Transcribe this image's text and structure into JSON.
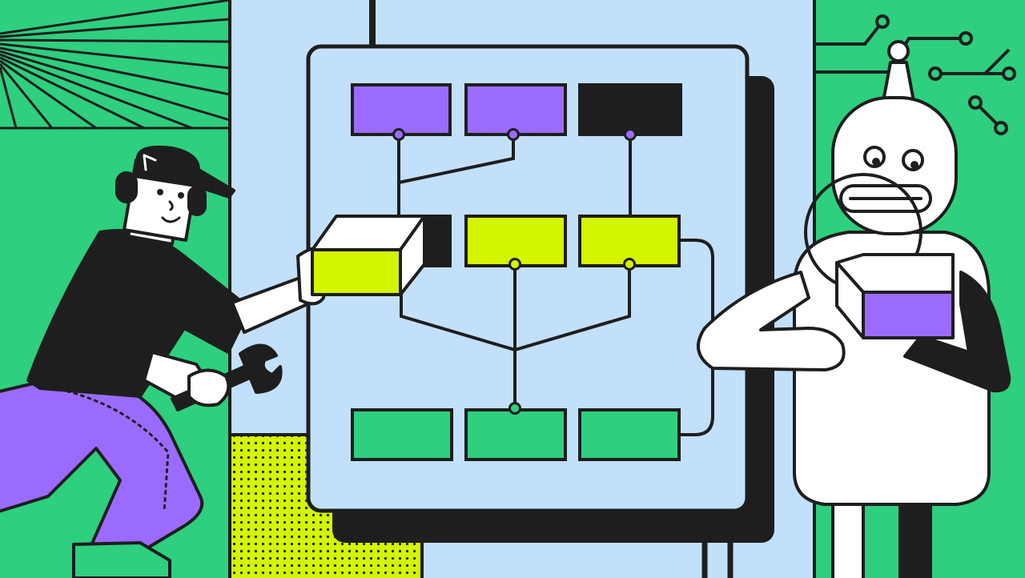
{
  "colors": {
    "green": "#2ecf7e",
    "light_blue": "#c3e0fb",
    "purple": "#9b6bff",
    "lime": "#d4f500",
    "ink": "#1e1e1e",
    "white": "#ffffff",
    "pants": "#9b6bff"
  },
  "illustration": {
    "subject": "person-and-robot-assembling-diagram",
    "icons": [
      "wrench-icon",
      "headphones-icon",
      "cap-icon",
      "robot-antenna-icon"
    ]
  },
  "diagram": {
    "top_row_fills": [
      "purple",
      "purple",
      "ink"
    ],
    "middle_row_fills": [
      "ink",
      "lime",
      "lime"
    ],
    "bottom_row_fills": [
      "green",
      "green",
      "green"
    ]
  }
}
